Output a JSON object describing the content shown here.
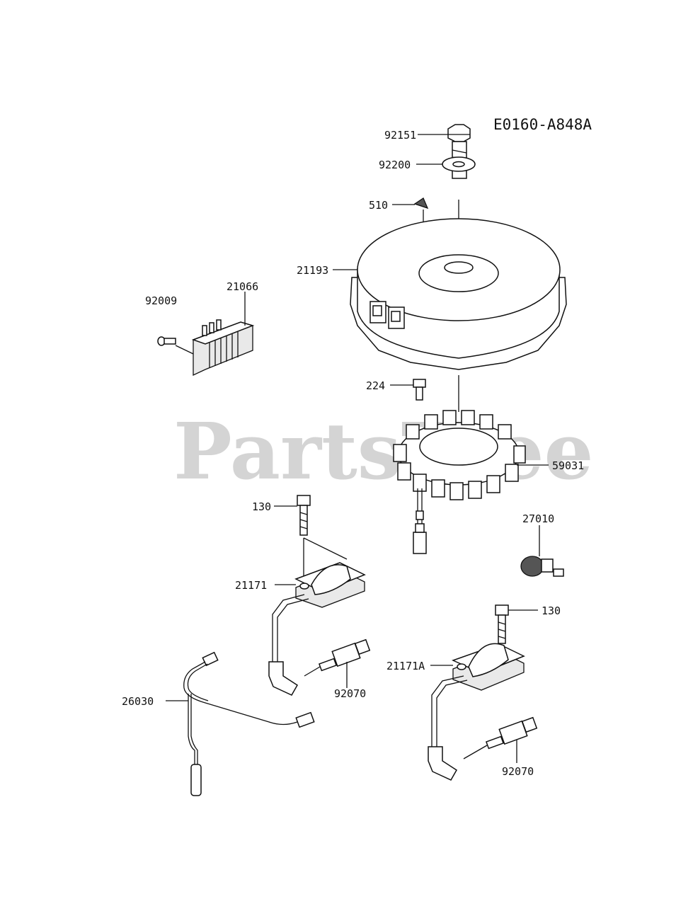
{
  "diagram_code": "E0160-A848A",
  "watermark": "PartsTree",
  "labels": {
    "p92151": "92151",
    "p92200": "92200",
    "p510": "510",
    "p21193": "21193",
    "p92009": "92009",
    "p21066": "21066",
    "p224": "224",
    "p59031": "59031",
    "p130a": "130",
    "p27010": "27010",
    "p21171": "21171",
    "p130b": "130",
    "p21171A": "21171A",
    "p92070a": "92070",
    "p26030": "26030",
    "p92070b": "92070"
  }
}
